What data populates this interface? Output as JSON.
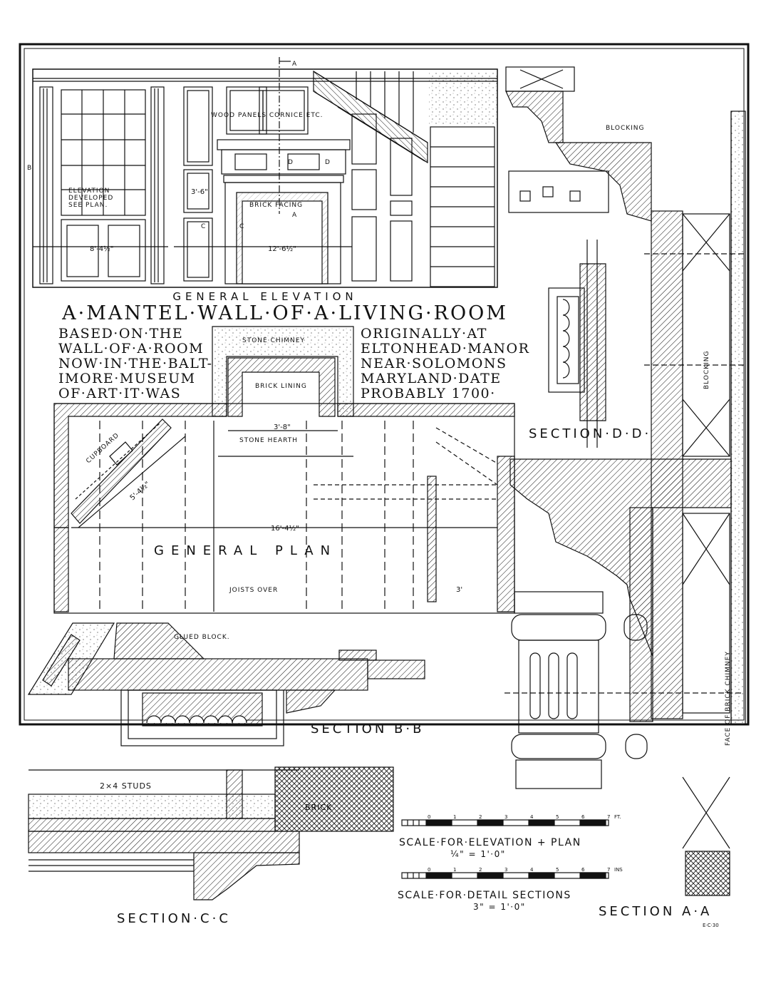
{
  "drawing": {
    "general_elevation_label": "GENERAL ELEVATION",
    "main_title": "A·MANTEL·WALL·OF·A·LIVING·ROOM",
    "description_left": [
      "BASED·ON·THE",
      "WALL·OF·A·ROOM",
      "NOW·IN·THE·BALT-",
      "IMORE·MUSEUM",
      "OF·ART·IT·WAS"
    ],
    "description_right": [
      "ORIGINALLY·AT",
      "ELTONHEAD·MANOR",
      "NEAR·SOLOMONS",
      "MARYLAND·DATE",
      "PROBABLY 1700·"
    ],
    "general_plan_label": "GENERAL PLAN",
    "section_labels": {
      "bb": "SECTION B·B",
      "cc": "SECTION·C·C",
      "dd": "SECTION·D·D·",
      "aa": "SECTION A·A"
    },
    "annotations": {
      "wood_panels": "WOOD PANELS CORNICE ETC.",
      "elevation_developed": [
        "ELEVATION",
        "DEVELOPED",
        "SEE PLAN."
      ],
      "brick_facing": "BRICK FACING",
      "stone_chimney": "STONE CHIMNEY",
      "brick_lining": "BRICK LINING",
      "stone_hearth": "STONE HEARTH",
      "cupboard": "CUPBOARD",
      "joists_over": "JOISTS OVER",
      "glued_block": "GLUED BLOCK.",
      "studs": "2×4 STUDS",
      "brick": "BRICK",
      "blocking_top": "BLOCKING",
      "blocking_side": "BLOCKING",
      "face_of_brick": "FACE OF BRICK CHIMNEY"
    },
    "dimensions": {
      "elev_left": "8'-4½\"",
      "elev_right": "12'-6½\"",
      "elev_panel": "3'-6\"",
      "hearth": "3'-8\"",
      "cupboard": "5'-4½\"",
      "plan": "16'-4½\"",
      "stair": "3'"
    },
    "section_marks": {
      "a_top": "A",
      "a_bottom": "A",
      "b": "B",
      "c_left": "C",
      "c_right": "C",
      "d_left": "D",
      "d_right": "D"
    },
    "scales": {
      "elevation_label": "SCALE·FOR·ELEVATION + PLAN",
      "elevation_ratio": "¼\" = 1'·0\"",
      "elevation_unit": "FT.",
      "detail_label": "SCALE·FOR·DETAIL SECTIONS",
      "detail_ratio": "3\" = 1'·0\"",
      "detail_unit": "INS",
      "ticks": [
        "0",
        "1",
        "2",
        "3",
        "4",
        "5",
        "6",
        "7"
      ]
    },
    "signature": "E·C·30"
  }
}
